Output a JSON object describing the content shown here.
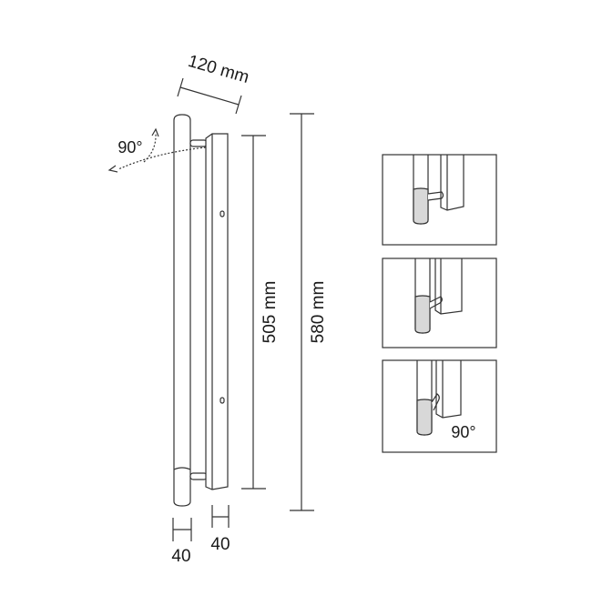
{
  "dimensions": {
    "depth": "120 mm",
    "rotation": "90°",
    "inner_length": "505 mm",
    "total_length": "580 mm",
    "handle_diameter": "40",
    "plate_width": "40"
  },
  "detail_panels": {
    "label": "90°"
  },
  "colors": {
    "line": "#333333",
    "fill": "#d8d8d8"
  }
}
